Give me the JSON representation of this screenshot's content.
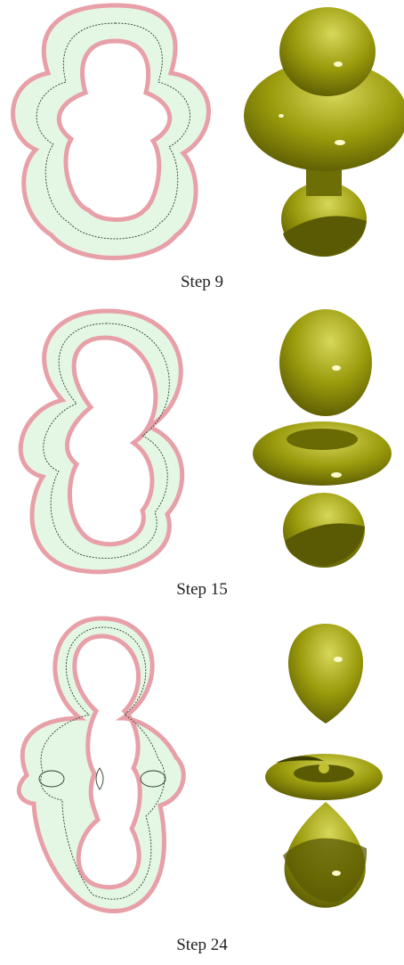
{
  "figure": {
    "panels": [
      {
        "label": "Step 9"
      },
      {
        "label": "Step 15"
      },
      {
        "label": "Step 24"
      }
    ],
    "colors": {
      "band_fill": "#e4f6e4",
      "band_speckle": "#9bd89b",
      "band_edge": "#e8a0a8",
      "contour_line": "#2b3f2b",
      "surface_base": "#8f8f08",
      "surface_light": "#d7d75a",
      "surface_dark": "#4e4e02",
      "highlight": "#fbfbcc"
    }
  }
}
